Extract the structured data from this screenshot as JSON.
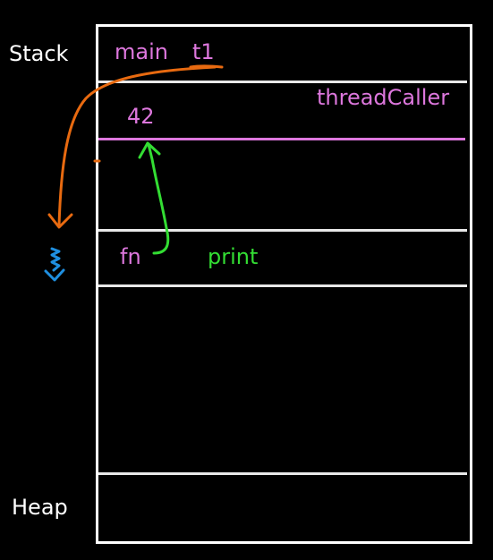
{
  "labels": {
    "stack": "Stack",
    "heap": "Heap"
  },
  "frames": {
    "main": {
      "name": "main",
      "var": "t1"
    },
    "thread_caller": {
      "name": "threadCaller",
      "value": "42"
    },
    "fn_frame": {
      "var": "fn",
      "name": "print"
    }
  },
  "colors": {
    "background": "#000000",
    "border": "#ffffff",
    "pink": "#dd77dd",
    "green": "#33dd33",
    "orange": "#e86a10",
    "blue": "#1f8fe0"
  },
  "icons": {
    "thread_spawn": "squiggle-arrow-icon"
  }
}
